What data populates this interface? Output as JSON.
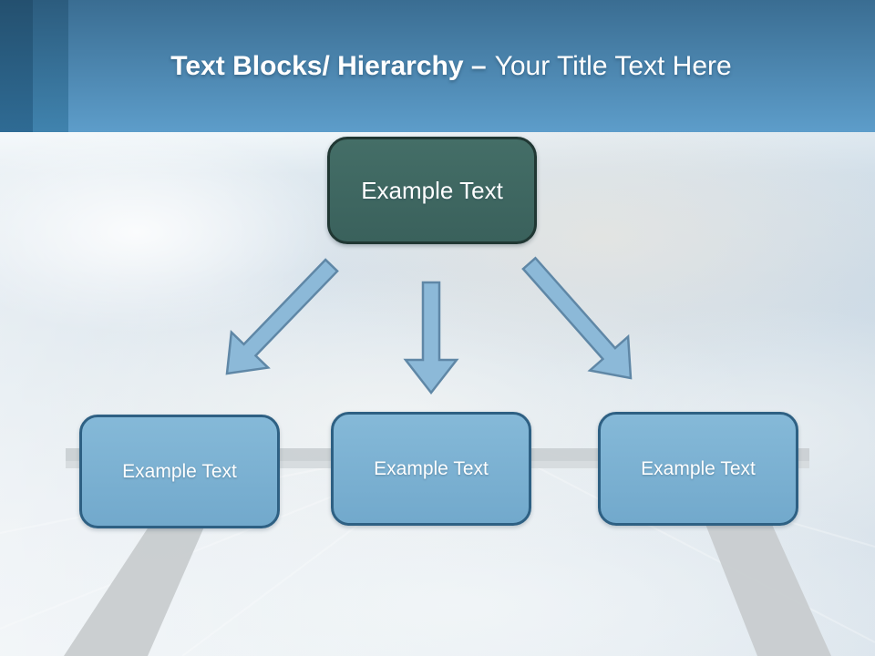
{
  "header": {
    "title_primary": "Text Blocks/ Hierarchy –",
    "title_secondary": "Your Title Text Here"
  },
  "hierarchy": {
    "root": {
      "label": "Example Text"
    },
    "children": [
      {
        "label": "Example Text"
      },
      {
        "label": "Example Text"
      },
      {
        "label": "Example Text"
      }
    ]
  },
  "colors": {
    "header_gradient_top": "#3a6d92",
    "header_gradient_bottom": "#5d9dca",
    "strip_dark_top": "#24506f",
    "strip_dark_bottom": "#2f6b94",
    "strip_medium_top": "#2c5c7e",
    "strip_medium_bottom": "#4083ae",
    "title_color": "#ffffff",
    "root_fill_top": "#446e67",
    "root_fill_bottom": "#3a615c",
    "root_border": "#203733",
    "child_fill_top": "#85b9d8",
    "child_fill_bottom": "#72a9cc",
    "child_border": "#2e6083",
    "arrow_fill": "#8cb9d8",
    "arrow_stroke": "#5f87a6"
  }
}
